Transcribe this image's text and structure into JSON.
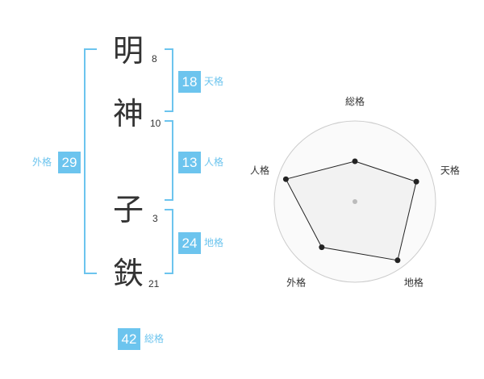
{
  "colors": {
    "badge_bg": "#6cc4ee",
    "badge_label": "#6cc4ee",
    "bracket": "#6cc4ee",
    "radar_ring": "#cccccc",
    "radar_fill": "#f0f0f0",
    "radar_line": "#222222",
    "center_dot": "#bbbbbb"
  },
  "name": {
    "chars": [
      {
        "char": "明",
        "strokes": "8"
      },
      {
        "char": "神",
        "strokes": "10"
      },
      {
        "char": "子",
        "strokes": "3"
      },
      {
        "char": "鉄",
        "strokes": "21"
      }
    ]
  },
  "kaku": {
    "tenkaku": {
      "value": "18",
      "label": "天格"
    },
    "jinkaku": {
      "value": "13",
      "label": "人格"
    },
    "chikaku": {
      "value": "24",
      "label": "地格"
    },
    "gaikaku": {
      "value": "29",
      "label": "外格"
    },
    "soukaku": {
      "value": "42",
      "label": "総格"
    }
  },
  "radar": {
    "axes": [
      "総格",
      "天格",
      "地格",
      "外格",
      "人格"
    ],
    "max": 5,
    "rings": 4,
    "values": [
      2.5,
      4.0,
      4.5,
      3.5,
      4.5
    ]
  }
}
